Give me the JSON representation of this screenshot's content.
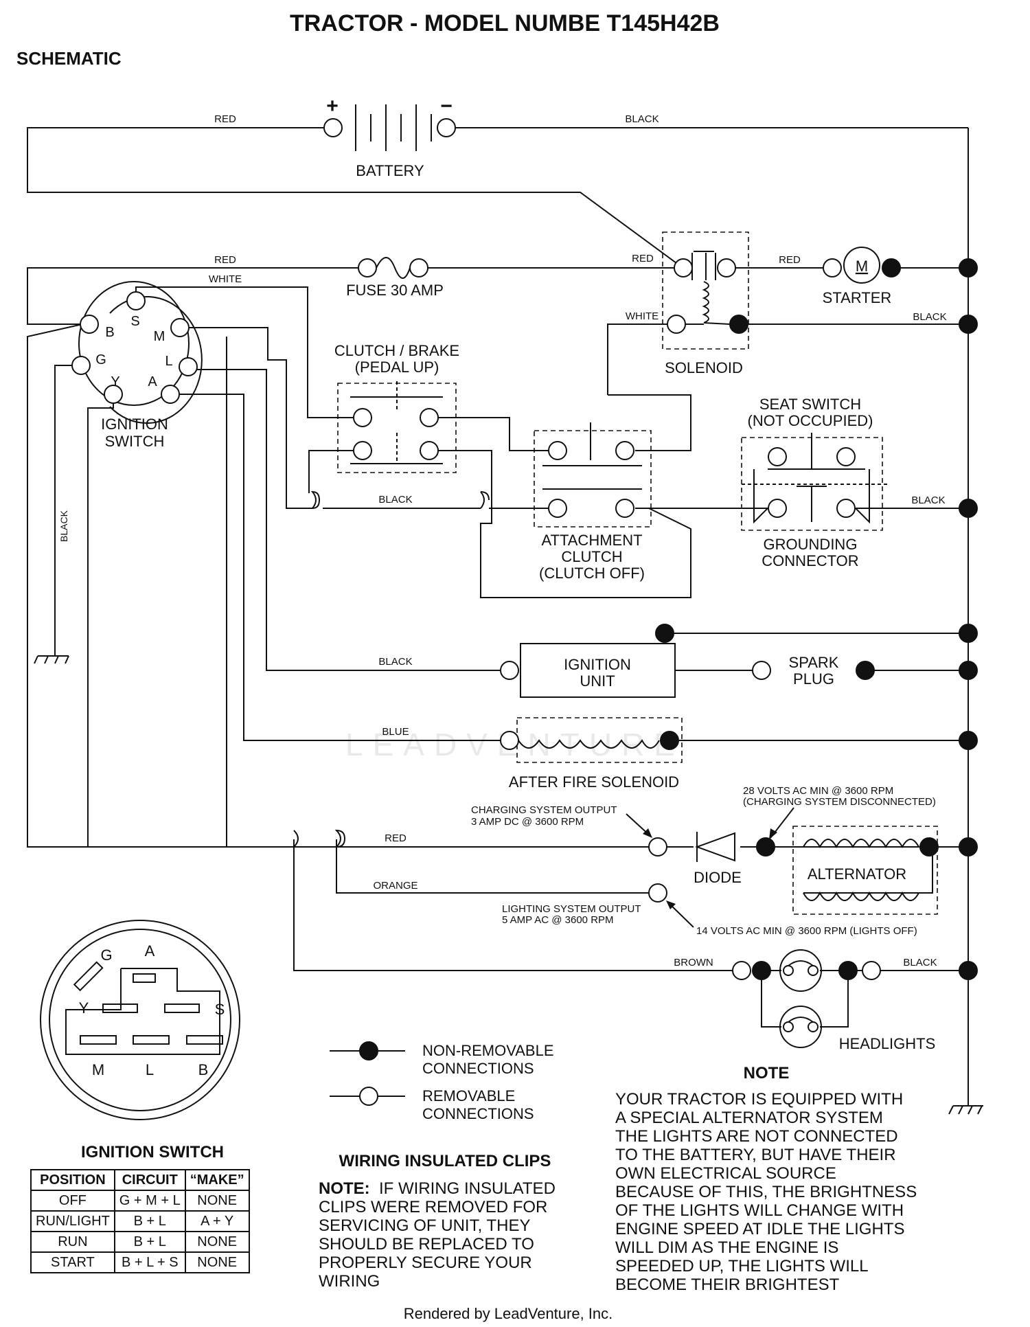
{
  "title": "TRACTOR - MODEL NUMBE T145H42B",
  "subtitle": "SCHEMATIC",
  "footer": "Rendered by LeadVenture, Inc.",
  "watermark": "LEADVENTURE",
  "components": {
    "battery": "BATTERY",
    "battery_pos": "+",
    "battery_neg": "−",
    "fuse": "FUSE 30 AMP",
    "starter": "STARTER",
    "starter_m": "M",
    "solenoid": "SOLENOID",
    "ignition_switch_1": "IGNITION",
    "ignition_switch_2": "SWITCH",
    "clutch_brake_1": "CLUTCH / BRAKE",
    "clutch_brake_2": "(PEDAL UP)",
    "seat_switch_1": "SEAT SWITCH",
    "seat_switch_2": "(NOT OCCUPIED)",
    "grounding_1": "GROUNDING",
    "grounding_2": "CONNECTOR",
    "attach_1": "ATTACHMENT",
    "attach_2": "CLUTCH",
    "attach_3": "(CLUTCH OFF)",
    "ign_unit_1": "IGNITION",
    "ign_unit_2": "UNIT",
    "spark_1": "SPARK",
    "spark_2": "PLUG",
    "after_fire": "AFTER FIRE SOLENOID",
    "diode": "DIODE",
    "alternator": "ALTERNATOR",
    "headlights": "HEADLIGHTS"
  },
  "switch_terminals": {
    "B": "B",
    "S": "S",
    "M": "M",
    "G": "G",
    "L": "L",
    "Y": "Y",
    "A": "A"
  },
  "wire_labels": {
    "red_top": "RED",
    "black_top": "BLACK",
    "red_fuse": "RED",
    "white_top": "WHITE",
    "red_sol": "RED",
    "red_starter": "RED",
    "white_sol": "WHITE",
    "black_sol": "BLACK",
    "black_clutch": "BLACK",
    "black_seat": "BLACK",
    "black_left": "BLACK",
    "black_ign": "BLACK",
    "blue": "BLUE",
    "red_charge": "RED",
    "orange": "ORANGE",
    "brown": "BROWN",
    "black_lights": "BLACK"
  },
  "annotations": {
    "charge_1": "CHARGING SYSTEM OUTPUT",
    "charge_2": "3 AMP DC @ 3600 RPM",
    "v28_1": "28 VOLTS AC MIN @ 3600 RPM",
    "v28_2": "(CHARGING SYSTEM DISCONNECTED)",
    "light_1": "LIGHTING SYSTEM OUTPUT",
    "light_2": "5 AMP AC @ 3600 RPM",
    "v14": "14 VOLTS AC MIN @ 3600 RPM (LIGHTS OFF)"
  },
  "legend": {
    "nonrem_1": "NON-REMOVABLE",
    "nonrem_2": "CONNECTIONS",
    "rem_1": "REMOVABLE",
    "rem_2": "CONNECTIONS"
  },
  "clips": {
    "title": "WIRING INSULATED CLIPS",
    "note_label": "NOTE:",
    "lines": [
      "IF WIRING INSULATED",
      "CLIPS WERE REMOVED FOR",
      "SERVICING OF UNIT, THEY",
      "SHOULD BE REPLACED TO",
      "PROPERLY SECURE YOUR",
      "WIRING"
    ]
  },
  "note": {
    "title": "NOTE",
    "lines": [
      "YOUR TRACTOR IS EQUIPPED WITH",
      "A SPECIAL ALTERNATOR SYSTEM",
      "THE LIGHTS ARE NOT CONNECTED",
      "TO  THE BATTERY, BUT HAVE THEIR",
      "OWN ELECTRICAL SOURCE",
      "BECAUSE OF THIS, THE BRIGHTNESS",
      "OF THE LIGHTS WILL CHANGE WITH",
      "ENGINE SPEED   AT IDLE THE LIGHTS",
      "WILL DIM   AS THE ENGINE IS",
      "SPEEDED UP, THE LIGHTS WILL",
      "BECOME THEIR BRIGHTEST"
    ]
  },
  "ignition_table": {
    "title": "IGNITION SWITCH",
    "headers": [
      "POSITION",
      "CIRCUIT",
      "“MAKE”"
    ],
    "rows": [
      [
        "OFF",
        "G + M + L",
        "NONE"
      ],
      [
        "RUN/LIGHT",
        "B + L",
        "A + Y"
      ],
      [
        "RUN",
        "B + L",
        "NONE"
      ],
      [
        "START",
        "B + L + S",
        "NONE"
      ]
    ]
  }
}
